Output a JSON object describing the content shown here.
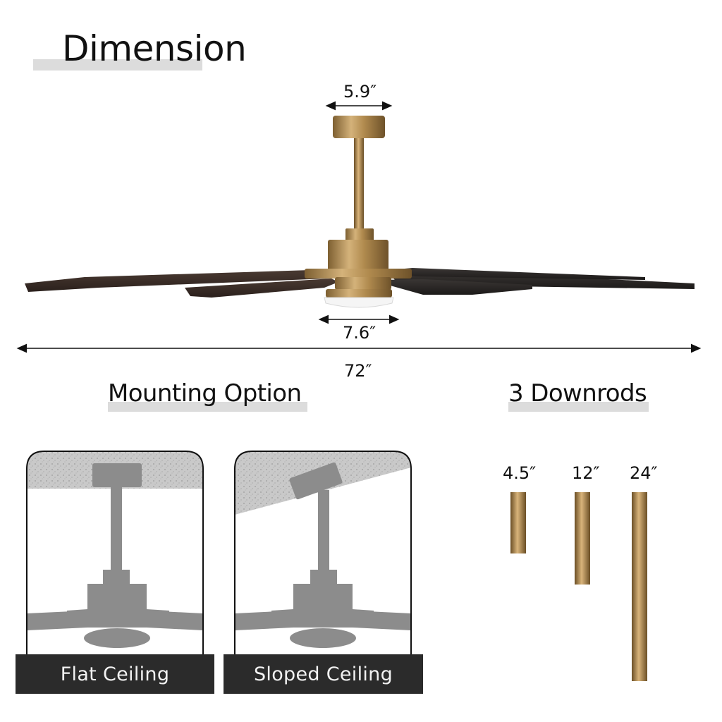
{
  "title": "Dimension",
  "dimensions": {
    "motor_top": "5.9″",
    "light_kit": "7.6″",
    "span": "72″"
  },
  "mounting": {
    "heading": "Mounting Option",
    "flat_label": "Flat Ceiling",
    "sloped_label": "Sloped Ceiling"
  },
  "downrods": {
    "heading": "3 Downrods",
    "lengths": [
      "4.5″",
      "12″",
      "24″"
    ]
  },
  "colors": {
    "brass": "#b08a4e",
    "blade": "#3b2f2a",
    "gray_icon": "#8c8c8c",
    "caption_bg": "#2b2b2b"
  }
}
